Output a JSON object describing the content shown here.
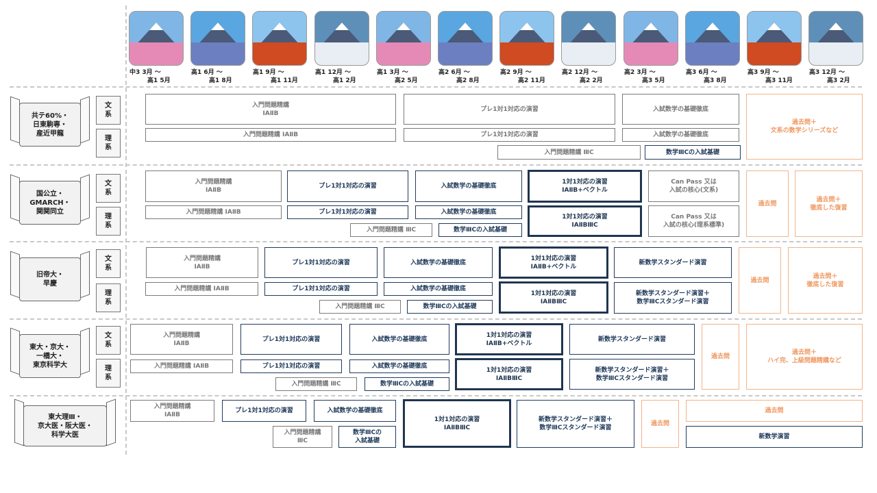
{
  "periods": [
    {
      "a": "中3 3月 ～",
      "b": "高1 5月",
      "sky": "#7fb6e6",
      "ground": "#e58ab6"
    },
    {
      "a": "高1 6月 ～",
      "b": "高1 8月",
      "sky": "#5aa6e0",
      "ground": "#6c7fc0"
    },
    {
      "a": "高1 9月 ～",
      "b": "高1 11月",
      "sky": "#8cc4ee",
      "ground": "#d04a22"
    },
    {
      "a": "高1 12月 ～",
      "b": "高1 2月",
      "sky": "#5e8fb8",
      "ground": "#e8eef4"
    },
    {
      "a": "高1 3月 ～",
      "b": "高2 5月",
      "sky": "#7fb6e6",
      "ground": "#e58ab6"
    },
    {
      "a": "高2 6月 ～",
      "b": "高2 8月",
      "sky": "#5aa6e0",
      "ground": "#6c7fc0"
    },
    {
      "a": "高2 9月 ～",
      "b": "高2 11月",
      "sky": "#8cc4ee",
      "ground": "#d04a22"
    },
    {
      "a": "高2 12月 ～",
      "b": "高2 2月",
      "sky": "#5e8fb8",
      "ground": "#e8eef4"
    },
    {
      "a": "高2 3月 ～",
      "b": "高3 5月",
      "sky": "#7fb6e6",
      "ground": "#e58ab6"
    },
    {
      "a": "高3 6月 ～",
      "b": "高3 8月",
      "sky": "#5aa6e0",
      "ground": "#6c7fc0"
    },
    {
      "a": "高3 9月 ～",
      "b": "高3 11月",
      "sky": "#8cc4ee",
      "ground": "#d04a22"
    },
    {
      "a": "高3 12月 ～",
      "b": "高3 2月",
      "sky": "#5e8fb8",
      "ground": "#e8eef4"
    }
  ],
  "levels": [
    "共テ60%・\n日東駒専・\n産近甲龍",
    "国公立・\nGMARCH・\n関関同立",
    "旧帝大・\n早慶",
    "東大・京大・\n一橋大・\n東京科学大",
    "東大理Ⅲ・\n京大医・阪大医・\n科学大医"
  ],
  "subjects": {
    "bunkei": "文\n系",
    "rikei": "理\n系"
  },
  "boxes": {
    "r1": {
      "b1": "入門問題精講\nⅠAⅡB",
      "b2": "プレ1対1対応の演習",
      "b3": "入試数学の基礎徹底",
      "b4": "入門問題精講 ⅠAⅡB",
      "b5": "プレ1対1対応の演習",
      "b6": "入試数学の基礎徹底",
      "b7": "入門問題精講 ⅢC",
      "b8": "数学ⅢCの入試基礎",
      "b9": "過去問＋\n文系の数学シリーズなど"
    },
    "r2": {
      "b1": "入門問題精講\nⅠAⅡB",
      "b2": "プレ1対1対応の演習",
      "b3": "入試数学の基礎徹底",
      "b4": "1対1対応の演習\nⅠAⅡB+ベクトル",
      "b5": "Can Pass 又は\n入試の核心(文系)",
      "b6": "入門問題精講 ⅠAⅡB",
      "b7": "プレ1対1対応の演習",
      "b8": "入試数学の基礎徹底",
      "b9": "1対1対応の演習\nⅠAⅡBⅢC",
      "b10": "Can Pass 又は\n入試の核心(理系標準)",
      "b11": "入門問題精講 ⅢC",
      "b12": "数学ⅢCの入試基礎",
      "b13": "過去問",
      "b14": "過去問＋\n徹底した復習"
    },
    "r3": {
      "b1": "入門問題精講\nⅠAⅡB",
      "b2": "プレ1対1対応の演習",
      "b3": "入試数学の基礎徹底",
      "b4": "1対1対応の演習\nⅠAⅡB+ベクトル",
      "b5": "新数学スタンダード演習",
      "b6": "入門問題精講 ⅠAⅡB",
      "b7": "プレ1対1対応の演習",
      "b8": "入試数学の基礎徹底",
      "b9": "1対1対応の演習\nⅠAⅡBⅢC",
      "b10": "新数学スタンダード演習＋\n数学ⅢCスタンダード演習",
      "b11": "入門問題精講 ⅢC",
      "b12": "数学ⅢCの入試基礎",
      "b13": "過去問",
      "b14": "過去問＋\n徹底した復習"
    },
    "r4": {
      "b1": "入門問題精講\nⅠAⅡB",
      "b2": "プレ1対1対応の演習",
      "b3": "入試数学の基礎徹底",
      "b4": "1対1対応の演習\nⅠAⅡB+ベクトル",
      "b5": "新数学スタンダード演習",
      "b6": "入門問題精講 ⅠAⅡB",
      "b7": "プレ1対1対応の演習",
      "b8": "入試数学の基礎徹底",
      "b9": "1対1対応の演習\nⅠAⅡBⅢC",
      "b10": "新数学スタンダード演習＋\n数学ⅢCスタンダード演習",
      "b11": "入門問題精講 ⅢC",
      "b12": "数学ⅢCの入試基礎",
      "b13": "過去問",
      "b14": "過去問＋\nハイ完、上級問題精講など"
    },
    "r5": {
      "b1": "入門問題精講\nⅠAⅡB",
      "b2": "プレ1対1対応の演習",
      "b3": "入試数学の基礎徹底",
      "b4": "1対1対応の演習\nⅠAⅡBⅢC",
      "b5": "新数学スタンダード演習＋\n数学ⅢCスタンダード演習",
      "b6": "過去問",
      "b7": "過去問",
      "b8": "入門問題精講\nⅢC",
      "b9": "数学ⅢCの\n入試基礎",
      "b10": "新数学演習"
    }
  }
}
